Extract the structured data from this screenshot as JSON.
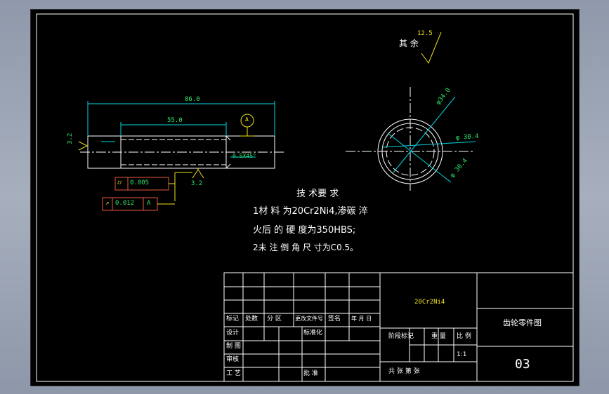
{
  "drawing": {
    "rest_roughness_label": "其 余",
    "rest_roughness_value": "12.5",
    "dims": {
      "total_length": "86.0",
      "inner_length": "55.0",
      "chamfer": "0.5X45°",
      "datum": "A",
      "left_roughness": "3.2",
      "bottom_roughness": "3.2",
      "circularity_tol": "0.005",
      "runout_tol": "0.012",
      "runout_datum": "A",
      "dia_inner": "φ34.0",
      "dia_mid": "φ 30.4",
      "dia_outer": "φ 30.4"
    }
  },
  "tech_requirements": {
    "title": "技 术要 求",
    "line1": "1材 料 为20Cr2Ni4,渗碳 淬",
    "line2": "火后 的 硬 度为350HBS;",
    "line3": "2未 注 倒 角 尺 寸为C0.5。"
  },
  "title_block": {
    "material": "20Cr2Ni4",
    "drawing_name": "齿轮零件图",
    "drawing_number": "03",
    "scale": "1:1",
    "rev_headers": [
      "标记",
      "处数",
      "分 区",
      "更改文件号",
      "签名",
      "年 月 日"
    ],
    "row_design": "设计",
    "row_standard": "标准化",
    "row_draw": "制 图",
    "row_review": "审核",
    "row_process": "工 艺",
    "row_approve": "批 准",
    "stage_mark": "阶段标记",
    "weight": "重 量",
    "ratio": "比 例",
    "sheets": "共     张 第     张"
  }
}
